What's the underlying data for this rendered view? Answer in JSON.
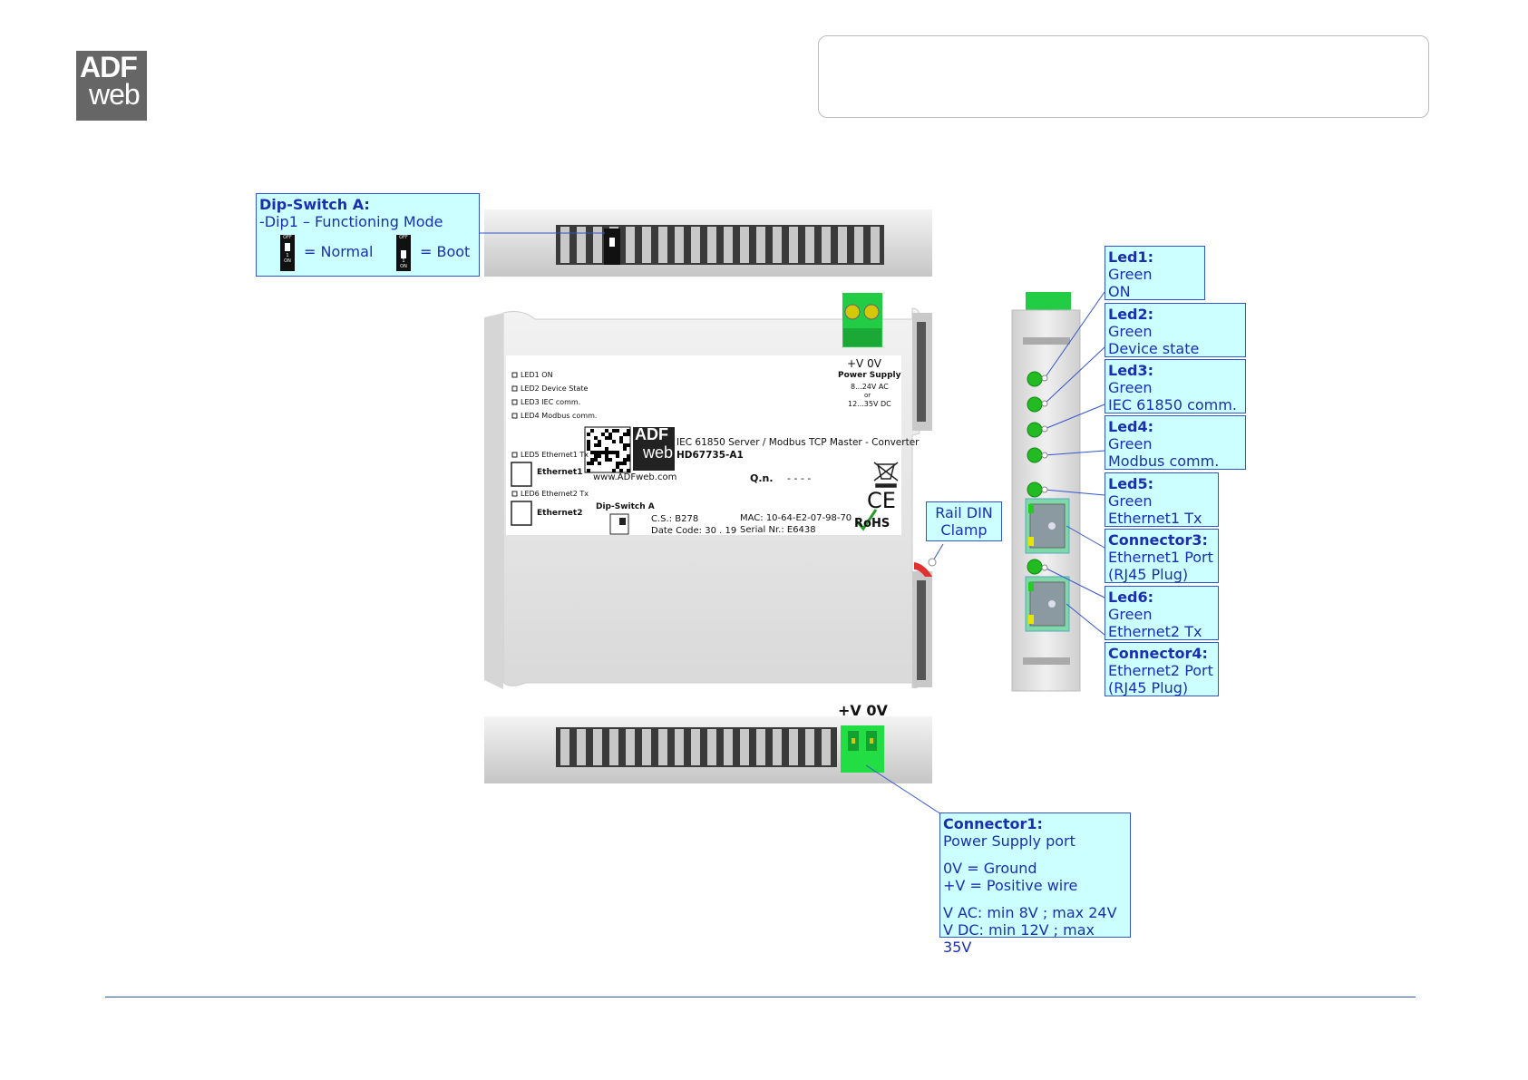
{
  "logo": {
    "line1": "ADF",
    "line2": "web"
  },
  "dip_callout": {
    "title": "Dip-Switch A:",
    "line1": "-Dip1 – Functioning Mode",
    "normal": "= Normal",
    "boot": "= Boot",
    "sw_off": "OFF",
    "sw_on": "ON",
    "sw_num": "1"
  },
  "leds": [
    {
      "title": "Led1:",
      "l1": "Green",
      "l2": "ON"
    },
    {
      "title": "Led2:",
      "l1": "Green",
      "l2": "Device state"
    },
    {
      "title": "Led3:",
      "l1": "Green",
      "l2": "IEC 61850 comm."
    },
    {
      "title": "Led4:",
      "l1": "Green",
      "l2": "Modbus comm."
    },
    {
      "title": "Led5:",
      "l1": "Green",
      "l2": "Ethernet1 Tx"
    },
    {
      "title": "Connector3:",
      "l1": "Ethernet1 Port",
      "l2": "(RJ45 Plug)"
    },
    {
      "title": "Led6:",
      "l1": "Green",
      "l2": "Ethernet2 Tx"
    },
    {
      "title": "Connector4:",
      "l1": "Ethernet2 Port",
      "l2": "(RJ45 Plug)"
    }
  ],
  "rail": {
    "l1": "Rail DIN",
    "l2": "Clamp"
  },
  "connector1": {
    "title": "Connector1:",
    "l1": "Power Supply port",
    "l2": "0V = Ground",
    "l3": "+V = Positive wire",
    "l4": "V AC: min 8V ; max 24V",
    "l5": "V DC: min 12V ; max 35V"
  },
  "bottom_terminal": "+V 0V",
  "label": {
    "terminal": "+V   0V",
    "power_supply": "Power Supply",
    "ac": "8...24V AC",
    "or": "or",
    "dc": "12...35V DC",
    "led1": "LED1 ON",
    "led2": "LED2 Device State",
    "led3": "LED3 IEC comm.",
    "led4": "LED4 Modbus comm.",
    "led5": "LED5 Ethernet1 Tx",
    "eth1": "Ethernet1",
    "led6": "LED6 Ethernet2 Tx",
    "eth2": "Ethernet2",
    "product": "IEC 61850 Server / Modbus TCP Master - Converter",
    "code": "HD67735-A1",
    "www": "www.ADFweb.com",
    "qn": "Q.n.",
    "qn_val": "- - - -",
    "dip": "Dip-Switch A",
    "cs": "C.S.: B278",
    "date": "Date Code: 30 . 19",
    "mac": "MAC: 10-64-E2-07-98-70",
    "serial": "Serial Nr.: E6438",
    "ce": "CE",
    "rohs": "RoHS",
    "logo1": "ADF",
    "logo2": "web"
  }
}
